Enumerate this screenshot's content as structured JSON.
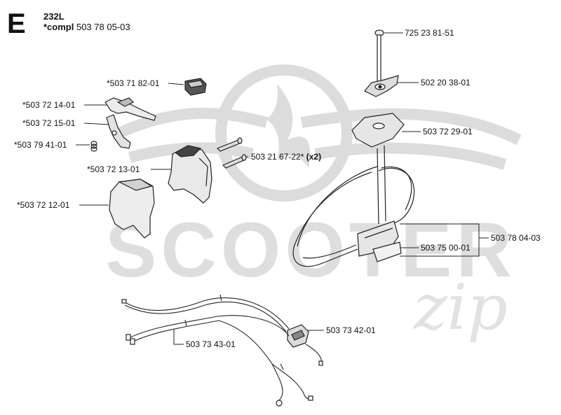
{
  "header": {
    "section_letter": "E",
    "model": "232L",
    "compl_prefix": "*compl",
    "compl_number": "503 78 05-03"
  },
  "watermark": {
    "text_main": "SCOOTER",
    "text_script": "zip"
  },
  "parts": [
    {
      "id": "p1",
      "label": "725 23 81-51"
    },
    {
      "id": "p2",
      "label": "502 20 38-01"
    },
    {
      "id": "p3",
      "label": "503 72 29-01"
    },
    {
      "id": "p4",
      "label": "*503 71 82-01"
    },
    {
      "id": "p5",
      "label": "*503 72 14-01"
    },
    {
      "id": "p6",
      "label": "*503 72 15-01"
    },
    {
      "id": "p7",
      "label": "*503 79 41-01"
    },
    {
      "id": "p8",
      "label": "503 21 67-22*",
      "suffix": "(x2)"
    },
    {
      "id": "p9",
      "label": "*503 72 13-01"
    },
    {
      "id": "p10",
      "label": "*503 72 12-01"
    },
    {
      "id": "p11",
      "label": "503 78 04-03"
    },
    {
      "id": "p12",
      "label": "503 75 00-01"
    },
    {
      "id": "p13",
      "label": "503 73 42-01"
    },
    {
      "id": "p14",
      "label": "503 73 43-01"
    }
  ],
  "colors": {
    "line": "#222222",
    "watermark": "#d9d9d9",
    "part_fill": "#e6e6e6"
  }
}
